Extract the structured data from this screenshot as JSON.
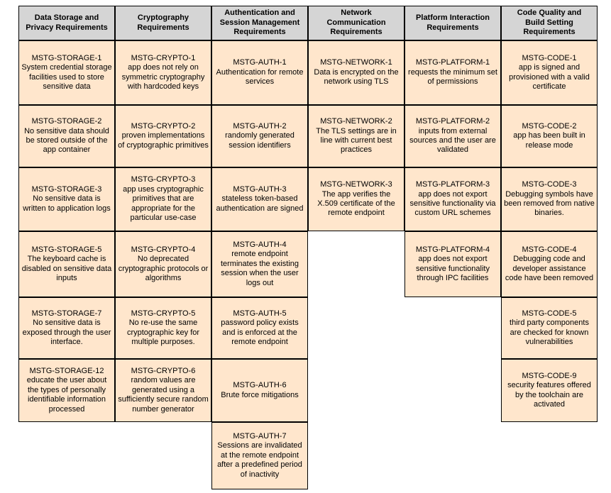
{
  "colors": {
    "cell_bg": "#ffe6cc",
    "header_bg": "#d5d5d5",
    "border": "#000000",
    "page_bg": "#ffffff",
    "text": "#000000"
  },
  "table": {
    "columns": [
      {
        "id": "storage",
        "header": "Data Storage and\nPrivacy Requirements",
        "cells": [
          {
            "code": "MSTG-STORAGE-1",
            "text": "System credential storage facilities used to store sensitive data"
          },
          {
            "code": "MSTG-STORAGE-2",
            "text": "No sensitive data should be stored outside of the app container"
          },
          {
            "code": "MSTG-STORAGE-3",
            "text": "No sensitive data is written to application logs"
          },
          {
            "code": "MSTG-STORAGE-5",
            "text": "The keyboard cache is disabled on sensitive data inputs"
          },
          {
            "code": "MSTG-STORAGE-7",
            "text": "No sensitive data is exposed through the user interface."
          },
          {
            "code": "MSTG-STORAGE-12",
            "text": "educate the user about the types of personally identifiable information processed"
          }
        ]
      },
      {
        "id": "crypto",
        "header": "Cryptography\nRequirements",
        "cells": [
          {
            "code": "MSTG-CRYPTO-1",
            "text": "app does not rely on symmetric cryptography with hardcoded keys"
          },
          {
            "code": "MSTG-CRYPTO-2",
            "text": "proven implementations of cryptographic primitives"
          },
          {
            "code": "MSTG-CRYPTO-3",
            "text": "app uses cryptographic primitives that are appropriate for the particular use-case"
          },
          {
            "code": "MSTG-CRYPTO-4",
            "text": "No deprecated cryptographic protocols or algorithms"
          },
          {
            "code": "MSTG-CRYPTO-5",
            "text": "No re-use the same cryptographic key for multiple purposes."
          },
          {
            "code": "MSTG-CRYPTO-6",
            "text": "random values are generated using a sufficiently secure random number generator"
          }
        ]
      },
      {
        "id": "auth",
        "header": "Authentication and\nSession Management\nRequirements",
        "cells": [
          {
            "code": "MSTG-AUTH-1",
            "text": "Authentication for remote services"
          },
          {
            "code": "MSTG-AUTH-2",
            "text": "randomly generated session identifiers"
          },
          {
            "code": "MSTG-AUTH-3",
            "text": "stateless token-based authentication are signed"
          },
          {
            "code": "MSTG-AUTH-4",
            "text": "remote endpoint terminates the existing session when the user logs out"
          },
          {
            "code": "MSTG-AUTH-5",
            "text": "password policy exists and is enforced at the remote endpoint"
          },
          {
            "code": "MSTG-AUTH-6",
            "text": "Brute force mitigations"
          },
          {
            "code": "MSTG-AUTH-7",
            "text": "Sessions are invalidated at the remote endpoint after a predefined period of inactivity"
          }
        ]
      },
      {
        "id": "network",
        "header": "Network\nCommunication\nRequirements",
        "cells": [
          {
            "code": "MSTG-NETWORK-1",
            "text": "Data is encrypted on the network using TLS"
          },
          {
            "code": "MSTG-NETWORK-2",
            "text": "The TLS settings are in line with current best practices"
          },
          {
            "code": "MSTG-NETWORK-3",
            "text": "The app verifies the X.509 certificate of the remote endpoint"
          }
        ]
      },
      {
        "id": "platform",
        "header": "Platform Interaction\nRequirements",
        "cells": [
          {
            "code": "MSTG-PLATFORM-1",
            "text": "requests the minimum set of permissions"
          },
          {
            "code": "MSTG-PLATFORM-2",
            "text": "inputs from external sources and the user are validated"
          },
          {
            "code": "MSTG-PLATFORM-3",
            "text": "app does not export sensitive functionality via custom URL schemes"
          },
          {
            "code": "MSTG-PLATFORM-4",
            "text": "app does not export sensitive functionality through IPC facilities"
          }
        ]
      },
      {
        "id": "code",
        "header": "Code Quality and\nBuild Setting\nRequirements",
        "cells": [
          {
            "code": "MSTG-CODE-1",
            "text": "app is signed and provisioned with a valid certificate"
          },
          {
            "code": "MSTG-CODE-2",
            "text": "app has been built in release mode"
          },
          {
            "code": "MSTG-CODE-3",
            "text": "Debugging symbols have been removed from native binaries."
          },
          {
            "code": "MSTG-CODE-4",
            "text": "Debugging code and developer assistance code have been removed"
          },
          {
            "code": "MSTG-CODE-5",
            "text": "third party components are checked for known vulnerabilities"
          },
          {
            "code": "MSTG-CODE-9",
            "text": "security features offered by the toolchain are activated"
          }
        ]
      }
    ]
  }
}
